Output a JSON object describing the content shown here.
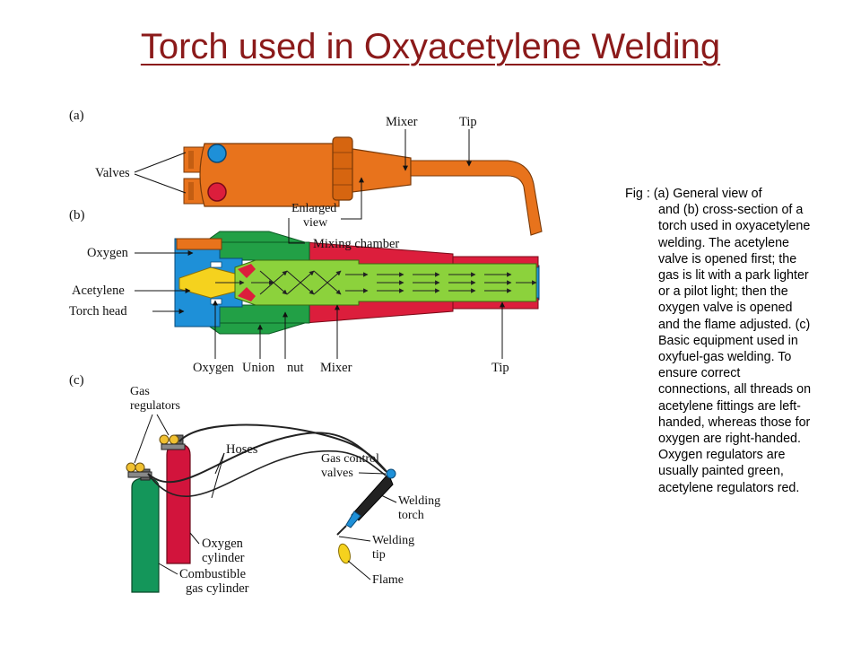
{
  "title": "Torch used in Oxyacetylene Welding",
  "caption": {
    "first_line": "Fig : (a) General view of",
    "rest": "and (b) cross-section of a torch used in oxyacetylene welding. The acetylene valve is opened first; the gas is lit with a park lighter or a pilot light; then the oxygen valve is opened and the flame adjusted. (c) Basic equipment used in oxyfuel-gas welding. To ensure correct connections, all threads on acetylene fittings are left-handed, whereas those for oxygen are right-handed. Oxygen regulators are usually painted green, acetylene regulators red."
  },
  "panel_a": {
    "tag": "(a)",
    "valves": "Valves",
    "mixer": "Mixer",
    "tip": "Tip",
    "enlarged_1": "Enlarged",
    "enlarged_2": "view"
  },
  "panel_b": {
    "tag": "(b)",
    "oxygen": "Oxygen",
    "acetylene": "Acetylene",
    "torch_head": "Torch head",
    "mixing_chamber": "Mixing chamber",
    "bottom_oxygen": "Oxygen",
    "union": "Union",
    "nut": "nut",
    "mixer": "Mixer",
    "tip": "Tip"
  },
  "panel_c": {
    "tag": "(c)",
    "gas_regulators_1": "Gas",
    "gas_regulators_2": "regulators",
    "hoses": "Hoses",
    "gas_control_1": "Gas control",
    "gas_control_2": "valves",
    "welding_torch_1": "Welding",
    "welding_torch_2": "torch",
    "welding_tip_1": "Welding",
    "welding_tip_2": "tip",
    "flame": "Flame",
    "oxygen_cyl_1": "Oxygen",
    "oxygen_cyl_2": "cylinder",
    "comb_cyl_1": "Combustible",
    "comb_cyl_2": "gas cylinder"
  },
  "colors": {
    "title": "#8b1a1a",
    "torch_orange": "#e8731c",
    "oxygen_blue": "#1e90d8",
    "acetylene_yellow": "#f5d21e",
    "mixer_green": "#8cd23c",
    "body_red": "#dc1e3c",
    "nut_green": "#22a046",
    "cyl_green": "#14965a",
    "cyl_red": "#d2143c"
  }
}
